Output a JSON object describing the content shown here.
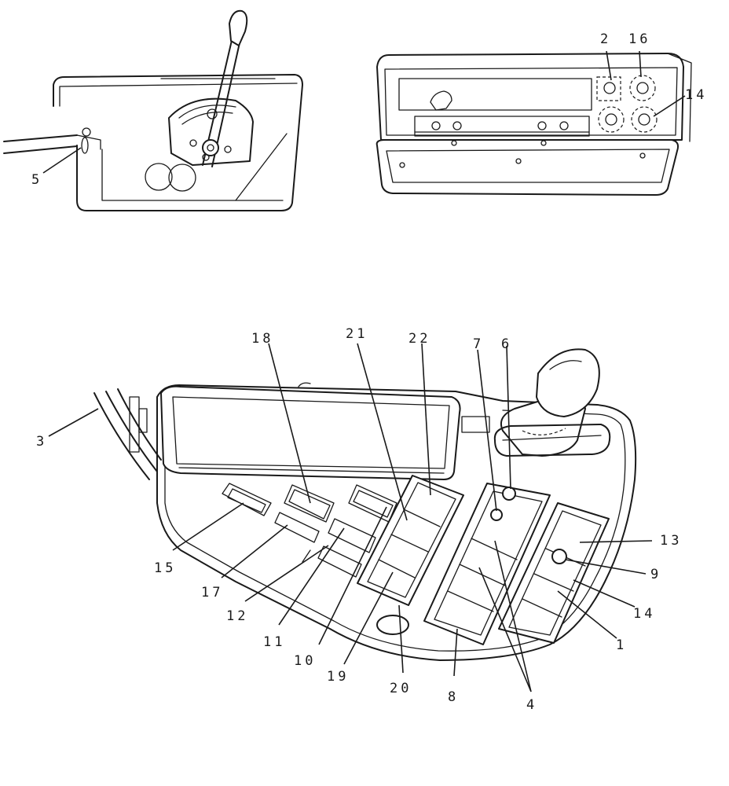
{
  "figure": {
    "callouts": {
      "c1": "1",
      "c2": "2",
      "c3": "3",
      "c4": "4",
      "c5": "5",
      "c6": "6",
      "c7": "7",
      "c8": "8",
      "c9": "9",
      "c10": "10",
      "c11": "11",
      "c12": "12",
      "c13": "13",
      "c14a": "14",
      "c14b": "14",
      "c15": "15",
      "c16": "16",
      "c17": "17",
      "c18": "18",
      "c19": "19",
      "c20": "20",
      "c21": "21",
      "c22": "22"
    }
  }
}
